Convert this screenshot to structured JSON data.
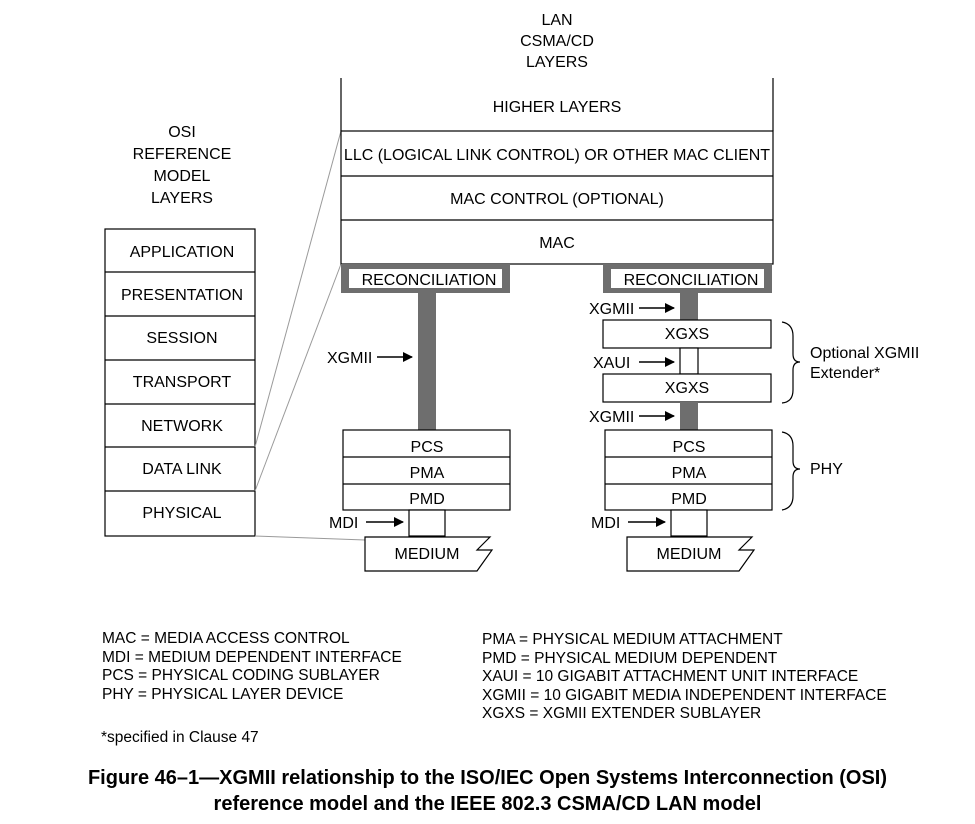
{
  "lan_header": [
    "LAN",
    "CSMA/CD",
    "LAYERS"
  ],
  "osi_header": [
    "OSI",
    "REFERENCE",
    "MODEL",
    "LAYERS"
  ],
  "osi_layers": [
    "APPLICATION",
    "PRESENTATION",
    "SESSION",
    "TRANSPORT",
    "NETWORK",
    "DATA LINK",
    "PHYSICAL"
  ],
  "lan_layers": {
    "higher": "HIGHER LAYERS",
    "llc": "LLC (LOGICAL LINK CONTROL) OR OTHER MAC CLIENT",
    "mac_control": "MAC CONTROL (OPTIONAL)",
    "mac": "MAC"
  },
  "left_stack": {
    "reconciliation": "RECONCILIATION",
    "xgmii": "XGMII",
    "pcs": "PCS",
    "pma": "PMA",
    "pmd": "PMD",
    "mdi": "MDI",
    "medium": "MEDIUM"
  },
  "right_stack": {
    "reconciliation": "RECONCILIATION",
    "xgmii_top": "XGMII",
    "xgxs_top": "XGXS",
    "xaui": "XAUI",
    "xgxs_bottom": "XGXS",
    "xgmii_bottom": "XGMII",
    "pcs": "PCS",
    "pma": "PMA",
    "pmd": "PMD",
    "mdi": "MDI",
    "medium": "MEDIUM"
  },
  "brackets": {
    "extender": [
      "Optional XGMII",
      "Extender*"
    ],
    "phy": "PHY"
  },
  "legend_left": [
    "MAC = MEDIA ACCESS CONTROL",
    "MDI = MEDIUM DEPENDENT INTERFACE",
    "PCS = PHYSICAL CODING SUBLAYER",
    "PHY = PHYSICAL LAYER DEVICE"
  ],
  "legend_right": [
    "PMA = PHYSICAL MEDIUM ATTACHMENT",
    "PMD = PHYSICAL MEDIUM DEPENDENT",
    "XAUI = 10 GIGABIT ATTACHMENT UNIT INTERFACE",
    "XGMII = 10 GIGABIT MEDIA INDEPENDENT INTERFACE",
    "XGXS = XGMII EXTENDER SUBLAYER"
  ],
  "footnote": "*specified in Clause 47",
  "caption": [
    "Figure 46–1—XGMII relationship to the ISO/IEC Open Systems Interconnection (OSI)",
    "reference model and the IEEE 802.3 CSMA/CD LAN model"
  ],
  "colors": {
    "bar": "#6e6e6e",
    "line": "#000000",
    "connector": "#9a9a9a"
  }
}
